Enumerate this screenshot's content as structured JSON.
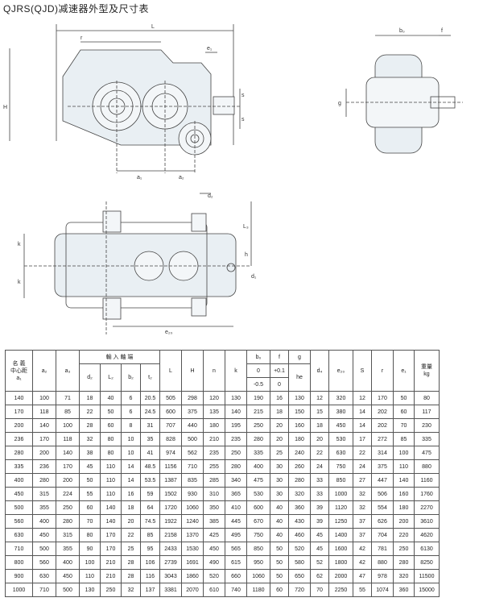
{
  "title": "QJRS(QJD)减速器外型及尺寸表",
  "drawing_labels": {
    "L": "L",
    "r": "r",
    "e1": "e₁",
    "s": "s",
    "s2": "s",
    "H": "H",
    "a1": "a₁",
    "a2": "a₂",
    "b0": "b₀",
    "f": "f",
    "g": "g",
    "d2": "d₂",
    "L3": "L₃",
    "k": "k",
    "k2": "k",
    "h": "h",
    "d1": "d₁",
    "e20": "e₂₀"
  },
  "table": {
    "header_row1": {
      "name": "名 義\n中心距\na₁",
      "a2": "a₂",
      "a3": "a₃",
      "input_shaft": "輸 入 軸 端",
      "L": "L",
      "H": "H",
      "n": "n",
      "k": "k",
      "b0": "b₀",
      "f": "f",
      "g": "g",
      "he": "he",
      "d4": "d₄",
      "e20": "e₂₀",
      "S": "S",
      "r": "r",
      "e1": "e₁",
      "weight": "重量\nkg"
    },
    "header_row2": {
      "d2": "d₂",
      "L2": "L₂",
      "b2": "b₂",
      "t2": "t₂",
      "b0_tol": "-0.5",
      "f_tol": "+0.1",
      "b0_zero": "0",
      "f_zero": "0"
    },
    "rows": [
      [
        "140",
        "100",
        "71",
        "18",
        "40",
        "6",
        "20.5",
        "505",
        "298",
        "120",
        "130",
        "190",
        "16",
        "130",
        "12",
        "320",
        "12",
        "170",
        "50",
        "80"
      ],
      [
        "170",
        "118",
        "85",
        "22",
        "50",
        "6",
        "24.5",
        "600",
        "375",
        "135",
        "140",
        "215",
        "18",
        "150",
        "15",
        "380",
        "14",
        "202",
        "60",
        "117"
      ],
      [
        "200",
        "140",
        "100",
        "28",
        "60",
        "8",
        "31",
        "707",
        "440",
        "180",
        "195",
        "250",
        "20",
        "160",
        "18",
        "450",
        "14",
        "202",
        "70",
        "230"
      ],
      [
        "236",
        "170",
        "118",
        "32",
        "80",
        "10",
        "35",
        "828",
        "500",
        "210",
        "235",
        "280",
        "20",
        "180",
        "20",
        "530",
        "17",
        "272",
        "85",
        "335"
      ],
      [
        "280",
        "200",
        "140",
        "38",
        "80",
        "10",
        "41",
        "974",
        "562",
        "235",
        "250",
        "335",
        "25",
        "240",
        "22",
        "630",
        "22",
        "314",
        "100",
        "475"
      ],
      [
        "335",
        "236",
        "170",
        "45",
        "110",
        "14",
        "48.5",
        "1156",
        "710",
        "255",
        "280",
        "400",
        "30",
        "260",
        "24",
        "750",
        "24",
        "375",
        "110",
        "880"
      ],
      [
        "400",
        "280",
        "200",
        "50",
        "110",
        "14",
        "53.5",
        "1387",
        "835",
        "285",
        "340",
        "475",
        "30",
        "280",
        "33",
        "850",
        "27",
        "447",
        "140",
        "1160"
      ],
      [
        "450",
        "315",
        "224",
        "55",
        "110",
        "16",
        "59",
        "1502",
        "930",
        "310",
        "365",
        "530",
        "30",
        "320",
        "33",
        "1000",
        "32",
        "506",
        "160",
        "1760"
      ],
      [
        "500",
        "355",
        "250",
        "60",
        "140",
        "18",
        "64",
        "1720",
        "1060",
        "350",
        "410",
        "600",
        "40",
        "360",
        "39",
        "1120",
        "32",
        "554",
        "180",
        "2270"
      ],
      [
        "560",
        "400",
        "280",
        "70",
        "140",
        "20",
        "74.5",
        "1922",
        "1240",
        "385",
        "445",
        "670",
        "40",
        "430",
        "39",
        "1250",
        "37",
        "626",
        "200",
        "3610"
      ],
      [
        "630",
        "450",
        "315",
        "80",
        "170",
        "22",
        "85",
        "2158",
        "1370",
        "425",
        "495",
        "750",
        "40",
        "460",
        "45",
        "1400",
        "37",
        "704",
        "220",
        "4620"
      ],
      [
        "710",
        "500",
        "355",
        "90",
        "170",
        "25",
        "95",
        "2433",
        "1530",
        "450",
        "565",
        "850",
        "50",
        "520",
        "45",
        "1600",
        "42",
        "781",
        "250",
        "6130"
      ],
      [
        "800",
        "560",
        "400",
        "100",
        "210",
        "28",
        "106",
        "2739",
        "1691",
        "490",
        "615",
        "950",
        "50",
        "580",
        "52",
        "1800",
        "42",
        "880",
        "280",
        "8250"
      ],
      [
        "900",
        "630",
        "450",
        "110",
        "210",
        "28",
        "116",
        "3043",
        "1860",
        "520",
        "660",
        "1060",
        "50",
        "650",
        "62",
        "2000",
        "47",
        "978",
        "320",
        "11500"
      ],
      [
        "1000",
        "710",
        "500",
        "130",
        "250",
        "32",
        "137",
        "3381",
        "2070",
        "610",
        "740",
        "1180",
        "60",
        "720",
        "70",
        "2250",
        "55",
        "1074",
        "360",
        "15000"
      ]
    ]
  }
}
